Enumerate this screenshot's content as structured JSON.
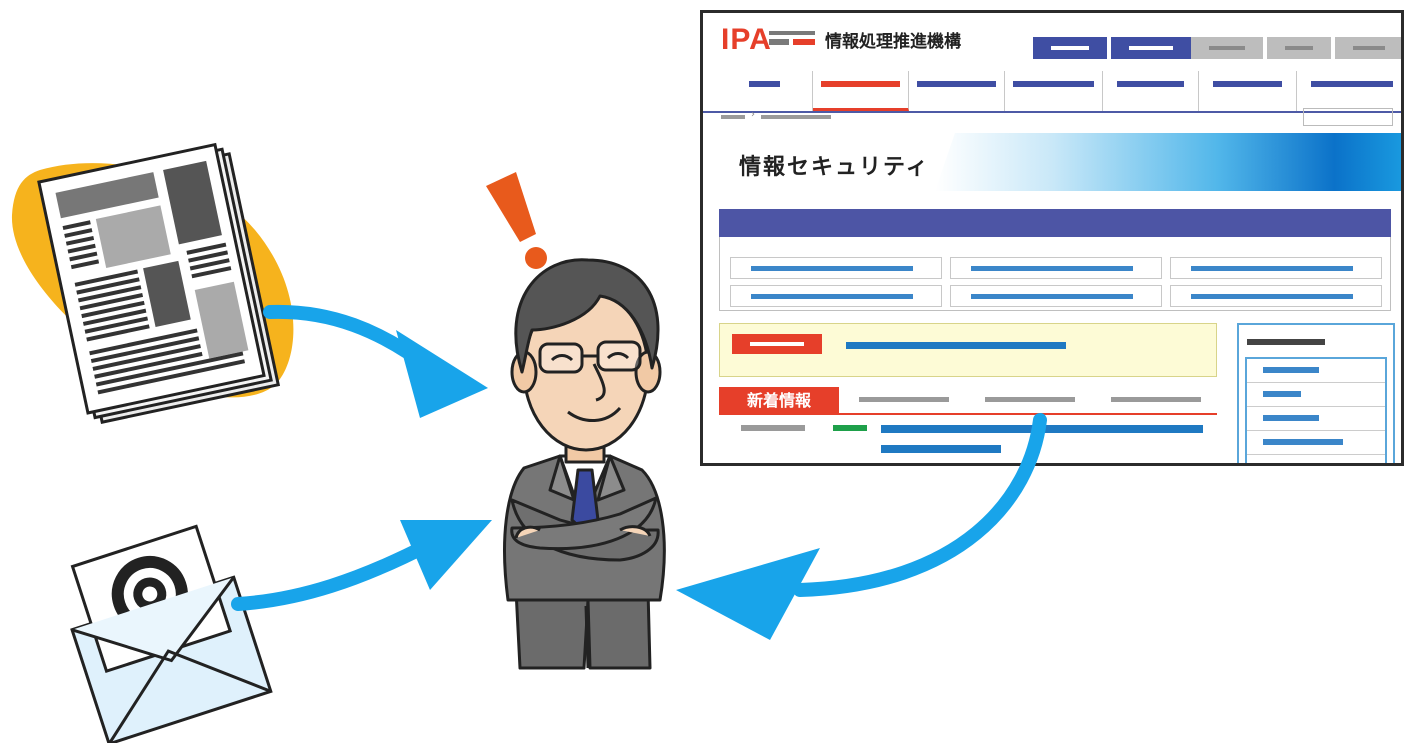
{
  "website": {
    "logo_text": "IPA",
    "org_name": "情報処理推進機構",
    "page_title": "情報セキュリティ",
    "news_tab_label": "新着情報"
  },
  "colors": {
    "accent_red": "#e63f2a",
    "nav_blue": "#3f4ea3",
    "link_blue": "#1f79c2",
    "arrow_blue": "#18a4ea",
    "blob_orange": "#f6b31d",
    "exclaim_orange": "#e85a1c"
  },
  "icons": [
    "newspaper-icon",
    "email-envelope-icon",
    "businessman-figure",
    "exclamation-icon",
    "arrow-icon"
  ]
}
